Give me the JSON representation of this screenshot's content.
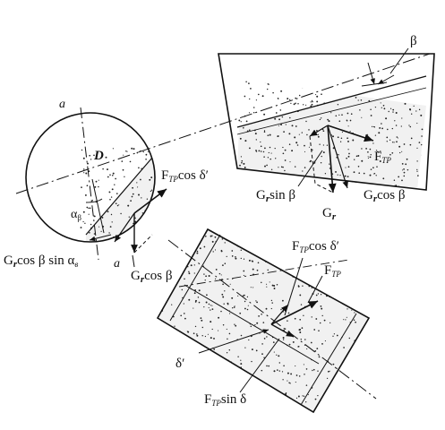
{
  "colors": {
    "ink": "#111111",
    "background": "#ffffff"
  },
  "labels": {
    "section_axis_top": "a",
    "section_axis_bottom": "a",
    "diameter": "D",
    "alpha_main": "α",
    "alpha_sub": "β",
    "beta": "β",
    "delta_prime": "δ′",
    "fric_circle": {
      "base": "F",
      "sub": "TP",
      "tail": "cos δ′"
    },
    "g_circle": {
      "base": "G",
      "sub": "r",
      "tail": "cos β"
    },
    "g_circle_alpha": {
      "base": "G",
      "sub": "r",
      "mid": "cos β sin α",
      "tail": "в"
    },
    "f_tr_top": {
      "base": "F",
      "sub": "TP"
    },
    "g_sin_beta": {
      "base": "G",
      "sub": "r",
      "tail": "sin β"
    },
    "g_r": {
      "base": "G",
      "sub": "r"
    },
    "g_cos_beta_right": {
      "base": "G",
      "sub": "r",
      "tail": "cos β"
    },
    "fric_bottom_cos": {
      "base": "F",
      "sub": "TP",
      "tail": "cos δ′"
    },
    "f_tr_bottom": {
      "base": "F",
      "sub": "TP"
    },
    "fric_bottom_sin": {
      "base": "F",
      "sub": "TP",
      "tail": "sin δ"
    }
  }
}
